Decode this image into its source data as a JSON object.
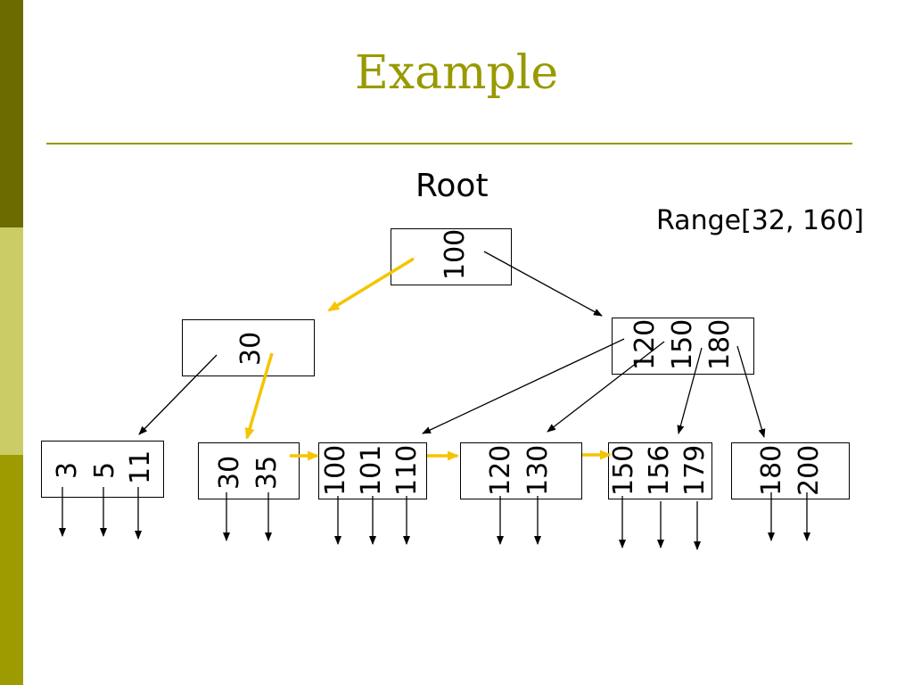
{
  "slide": {
    "title": "Example",
    "root_label": "Root",
    "range_label": "Range[32, 160]"
  },
  "colors": {
    "accent": "#999900",
    "highlight_arrow": "#f5c400",
    "bar_dark": "#6b6b00",
    "bar_light": "#cccc66",
    "bar_mid": "#9c9c00"
  },
  "tree": {
    "root": {
      "keys": [
        "100"
      ]
    },
    "internal_left": {
      "keys": [
        "30"
      ]
    },
    "internal_right": {
      "keys": [
        "120",
        "150",
        "180"
      ]
    },
    "leaves": [
      {
        "keys": [
          "3",
          "5",
          "11"
        ]
      },
      {
        "keys": [
          "30",
          "35"
        ]
      },
      {
        "keys": [
          "100",
          "101",
          "110"
        ]
      },
      {
        "keys": [
          "120",
          "130"
        ]
      },
      {
        "keys": [
          "150",
          "156",
          "179"
        ]
      },
      {
        "keys": [
          "180",
          "200"
        ]
      }
    ]
  }
}
